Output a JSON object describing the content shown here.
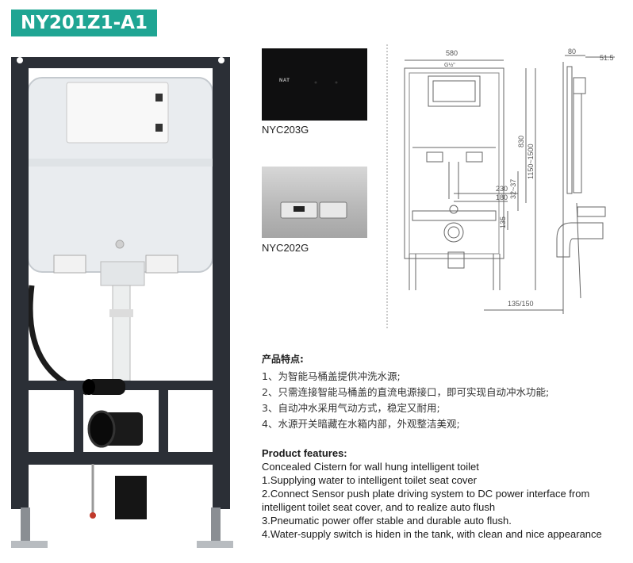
{
  "model_badge": "NY201Z1-A1",
  "plates": [
    {
      "logo": "NAT",
      "caption": "NYC203G"
    },
    {
      "caption": "NYC202G"
    }
  ],
  "drawing": {
    "dim_580": "580",
    "dim_830": "830",
    "dim_1150_1500": "1150~1500",
    "dim_32_37": "32~37",
    "dim_230": "230",
    "dim_180": "180",
    "dim_135": "135",
    "dim_135_150": "135/150",
    "dim_80": "80",
    "dim_51_5": "51.5",
    "dim_g12": "G½\""
  },
  "features_cn": {
    "title": "产品特点:",
    "items": [
      "1、为智能马桶盖提供冲洗水源;",
      "2、只需连接智能马桶盖的直流电源接口，即可实现自动冲水功能;",
      "3、自动冲水采用气动方式，稳定又耐用;",
      "4、水源开关暗藏在水箱内部，外观整洁美观;"
    ]
  },
  "features_en": {
    "title": "Product features:",
    "items": [
      "Concealed Cistern for wall hung intelligent toilet",
      "1.Supplying water to intelligent toilet seat cover",
      "2.Connect Sensor push plate driving system to DC power interface from intelligent toilet seat cover, and to realize auto flush",
      "3.Pneumatic power offer stable and durable auto flush.",
      "4.Water-supply switch is hiden in the tank, with clean and nice appearance"
    ]
  }
}
